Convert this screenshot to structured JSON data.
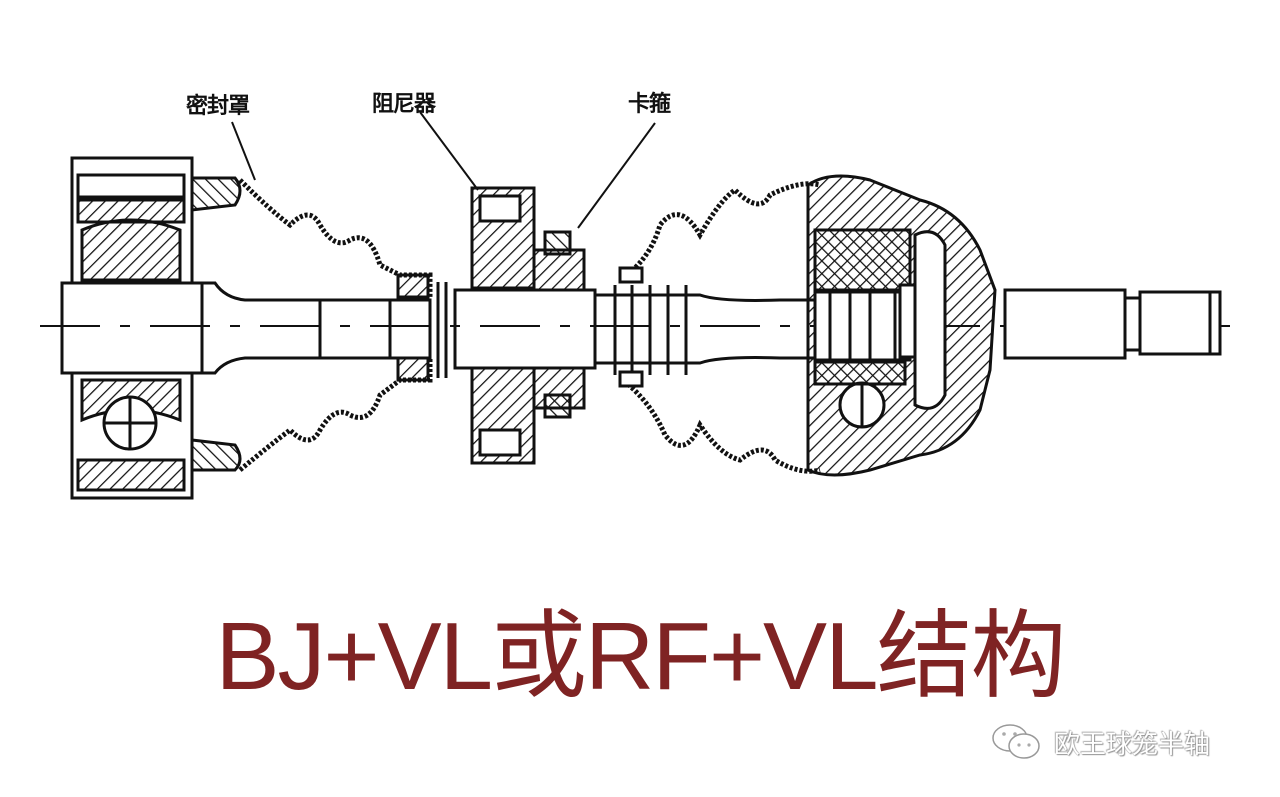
{
  "diagram": {
    "callouts": [
      {
        "id": "boot",
        "label": "密封罩"
      },
      {
        "id": "damper",
        "label": "阻尼器"
      },
      {
        "id": "clamp",
        "label": "卡箍"
      }
    ]
  },
  "title": {
    "text": "BJ+VL或RF+VL结构",
    "color": "#7f2323"
  },
  "watermark": {
    "icon": "wechat-icon",
    "text": "欧王球笼半轴"
  }
}
